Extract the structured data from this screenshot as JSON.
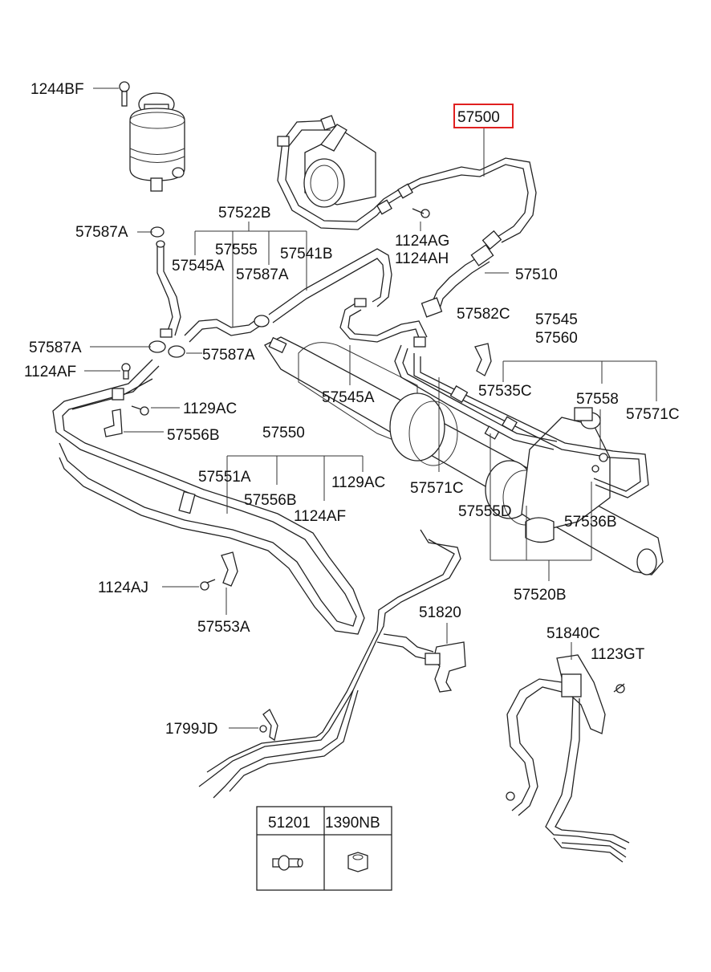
{
  "labels": {
    "p1244BF": "1244BF",
    "p57500": "57500",
    "p57522B": "57522B",
    "p57587A_1": "57587A",
    "p57555_1": "57555",
    "p57545A_1": "57545A",
    "p57541B": "57541B",
    "p57587A_2": "57587A",
    "p1124AG": "1124AG",
    "p1124AH": "1124AH",
    "p57510": "57510",
    "p57582C": "57582C",
    "p57545": "57545",
    "p57560": "57560",
    "p57587A_3": "57587A",
    "p57587A_4": "57587A",
    "p1124AF_1": "1124AF",
    "p57545A_2": "57545A",
    "p57535C": "57535C",
    "p57558": "57558",
    "p57571C_1": "57571C",
    "p1129AC_1": "1129AC",
    "p57556B_1": "57556B",
    "p57550": "57550",
    "p57551A": "57551A",
    "p57556B_2": "57556B",
    "p1129AC_2": "1129AC",
    "p1124AF_2": "1124AF",
    "p57571C_2": "57571C",
    "p57555D": "57555D",
    "p57536B": "57536B",
    "p57520B": "57520B",
    "p1124AJ": "1124AJ",
    "p57553A": "57553A",
    "p51820": "51820",
    "p51840C": "51840C",
    "p1123GT": "1123GT",
    "p1799JD": "1799JD"
  },
  "legend": {
    "col1": "51201",
    "col2": "1390NB"
  },
  "highlight": {
    "part": "57500",
    "color": "#e02020"
  }
}
